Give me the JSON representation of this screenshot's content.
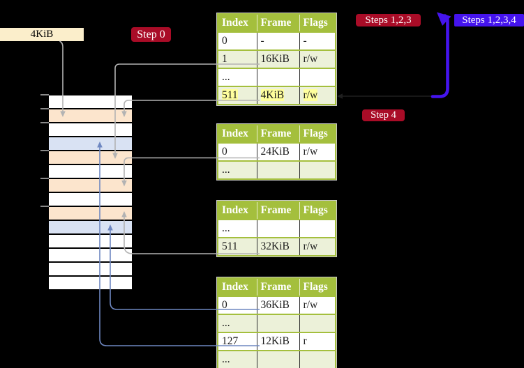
{
  "frame_label": {
    "text": "4KiB"
  },
  "badges": {
    "step0": {
      "text": "Step 0"
    },
    "steps123": {
      "text": "Steps 1,2,3"
    },
    "steps1234": {
      "text": "Steps 1,2,3,4"
    },
    "step4": {
      "text": "Step 4"
    }
  },
  "tables": [
    {
      "name": "page-table-1",
      "headers": [
        "Index",
        "Frame",
        "Flags"
      ],
      "rows": [
        {
          "cells": [
            "0",
            "-",
            "-"
          ]
        },
        {
          "cells": [
            "1",
            "16KiB",
            "r/w"
          ]
        },
        {
          "cells": [
            "...",
            "",
            ""
          ]
        },
        {
          "cells": [
            "511",
            "4KiB",
            "r/w"
          ],
          "highlight": true
        }
      ]
    },
    {
      "name": "page-table-2",
      "headers": [
        "Index",
        "Frame",
        "Flags"
      ],
      "rows": [
        {
          "cells": [
            "0",
            "24KiB",
            "r/w"
          ]
        },
        {
          "cells": [
            "...",
            "",
            ""
          ]
        }
      ]
    },
    {
      "name": "page-table-3",
      "headers": [
        "Index",
        "Frame",
        "Flags"
      ],
      "rows": [
        {
          "cells": [
            "...",
            "",
            ""
          ]
        },
        {
          "cells": [
            "511",
            "32KiB",
            "r/w"
          ]
        }
      ]
    },
    {
      "name": "page-table-4",
      "headers": [
        "Index",
        "Frame",
        "Flags"
      ],
      "rows": [
        {
          "cells": [
            "0",
            "36KiB",
            "r/w"
          ]
        },
        {
          "cells": [
            "...",
            "",
            ""
          ]
        },
        {
          "cells": [
            "127",
            "12KiB",
            "r"
          ]
        },
        {
          "cells": [
            "...",
            "",
            ""
          ]
        }
      ]
    }
  ],
  "memory": {
    "rows": [
      {
        "color": "white"
      },
      {
        "color": "peach"
      },
      {
        "color": "white"
      },
      {
        "color": "blue"
      },
      {
        "color": "peach"
      },
      {
        "color": "white"
      },
      {
        "color": "peach"
      },
      {
        "color": "white"
      },
      {
        "color": "peach"
      },
      {
        "color": "blue"
      },
      {
        "color": "white"
      },
      {
        "color": "white"
      },
      {
        "color": "white"
      },
      {
        "color": "white"
      }
    ]
  },
  "connectors": [
    {
      "id": "label-to-frame",
      "description": "4KiB label down to second memory frame",
      "color_key": "connector_grey"
    },
    {
      "id": "pt1-entry1-to-frame",
      "description": "table 1 entry 1 (16KiB) down to memory frame",
      "color_key": "connector_grey"
    },
    {
      "id": "pt1-entry511-to-frame",
      "description": "table 1 entry 511 (4KiB) down to memory frame",
      "color_key": "connector_grey"
    },
    {
      "id": "pt2-entry0-to-frame",
      "description": "table 2 entry 0 (24KiB) down to memory frame",
      "color_key": "connector_grey"
    },
    {
      "id": "pt3-entry511-to-frame",
      "description": "table 3 entry 511 (32KiB) up to memory frame",
      "color_key": "connector_grey"
    },
    {
      "id": "pt4-entry0-to-frame",
      "description": "table 4 entry 0 (36KiB) up to memory frame",
      "color_key": "connector_blue"
    },
    {
      "id": "pt4-entry127-to-frame",
      "description": "table 4 entry 127 (12KiB) up to memory frame",
      "color_key": "connector_blue"
    },
    {
      "id": "step4-pointer",
      "description": "dark arrow pointing left at table 1 entry 511",
      "color_key": "connector_black"
    },
    {
      "id": "steps-big-arrow",
      "description": "thick blue arrow from entry row up to table top",
      "color_key": "badge_blue"
    }
  ],
  "colors": {
    "background": "#000000",
    "table_header_green": "#a4bf3d",
    "table_border_green": "#a4bf3d",
    "table_row_green": "#ecf1d9",
    "cell_divider": "#2b2b2b",
    "cell_text": "#1a1a1a",
    "highlight_yellow": "#ffff9d",
    "memory_white": "#ffffff",
    "memory_peach": "#fce5cd",
    "memory_blue": "#d9e2f3",
    "frame_label_bg": "#fbeecb",
    "badge_red": "#a90c27",
    "badge_blue": "#4514ee",
    "badge_text": "#ffffff",
    "connector_grey": "#b3b3b3",
    "connector_blue": "#6e87c1",
    "connector_black": "#1f1f1f",
    "tick_grey": "#8a8a8a"
  }
}
